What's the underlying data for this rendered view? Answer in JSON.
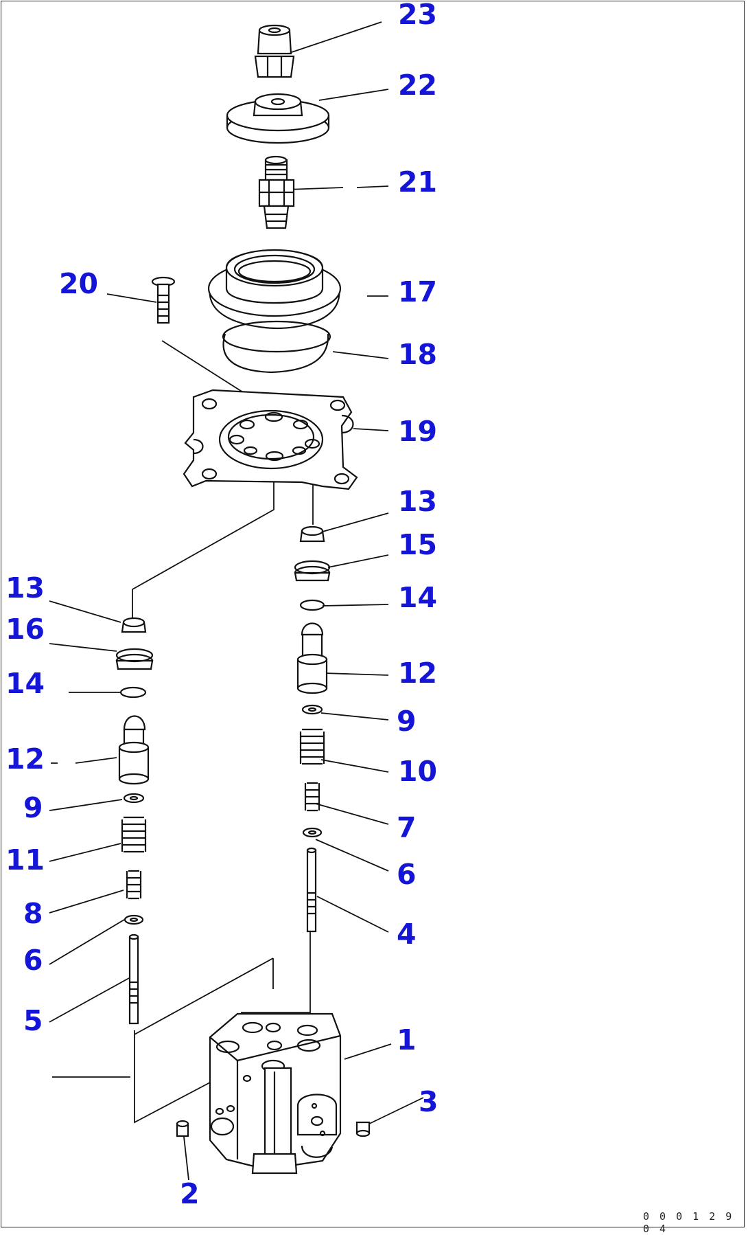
{
  "callouts": {
    "c23": "23",
    "c22": "22",
    "c21": "21",
    "c20": "20",
    "c17": "17",
    "c18": "18",
    "c19": "19",
    "c13r": "13",
    "c15": "15",
    "c14r": "14",
    "c12r": "12",
    "c9r": "9",
    "c10": "10",
    "c7": "7",
    "c6r": "6",
    "c4": "4",
    "c1": "1",
    "c3": "3",
    "c2": "2",
    "c13l": "13",
    "c16": "16",
    "c14l": "14",
    "c12l": "12",
    "c9l": "9",
    "c11": "11",
    "c8": "8",
    "c6l": "6",
    "c5": "5"
  },
  "drawing_code": "0 0 0 1 2 9 0 4",
  "colors": {
    "callout": "#1515d8",
    "line": "#111111",
    "background": "#ffffff"
  }
}
